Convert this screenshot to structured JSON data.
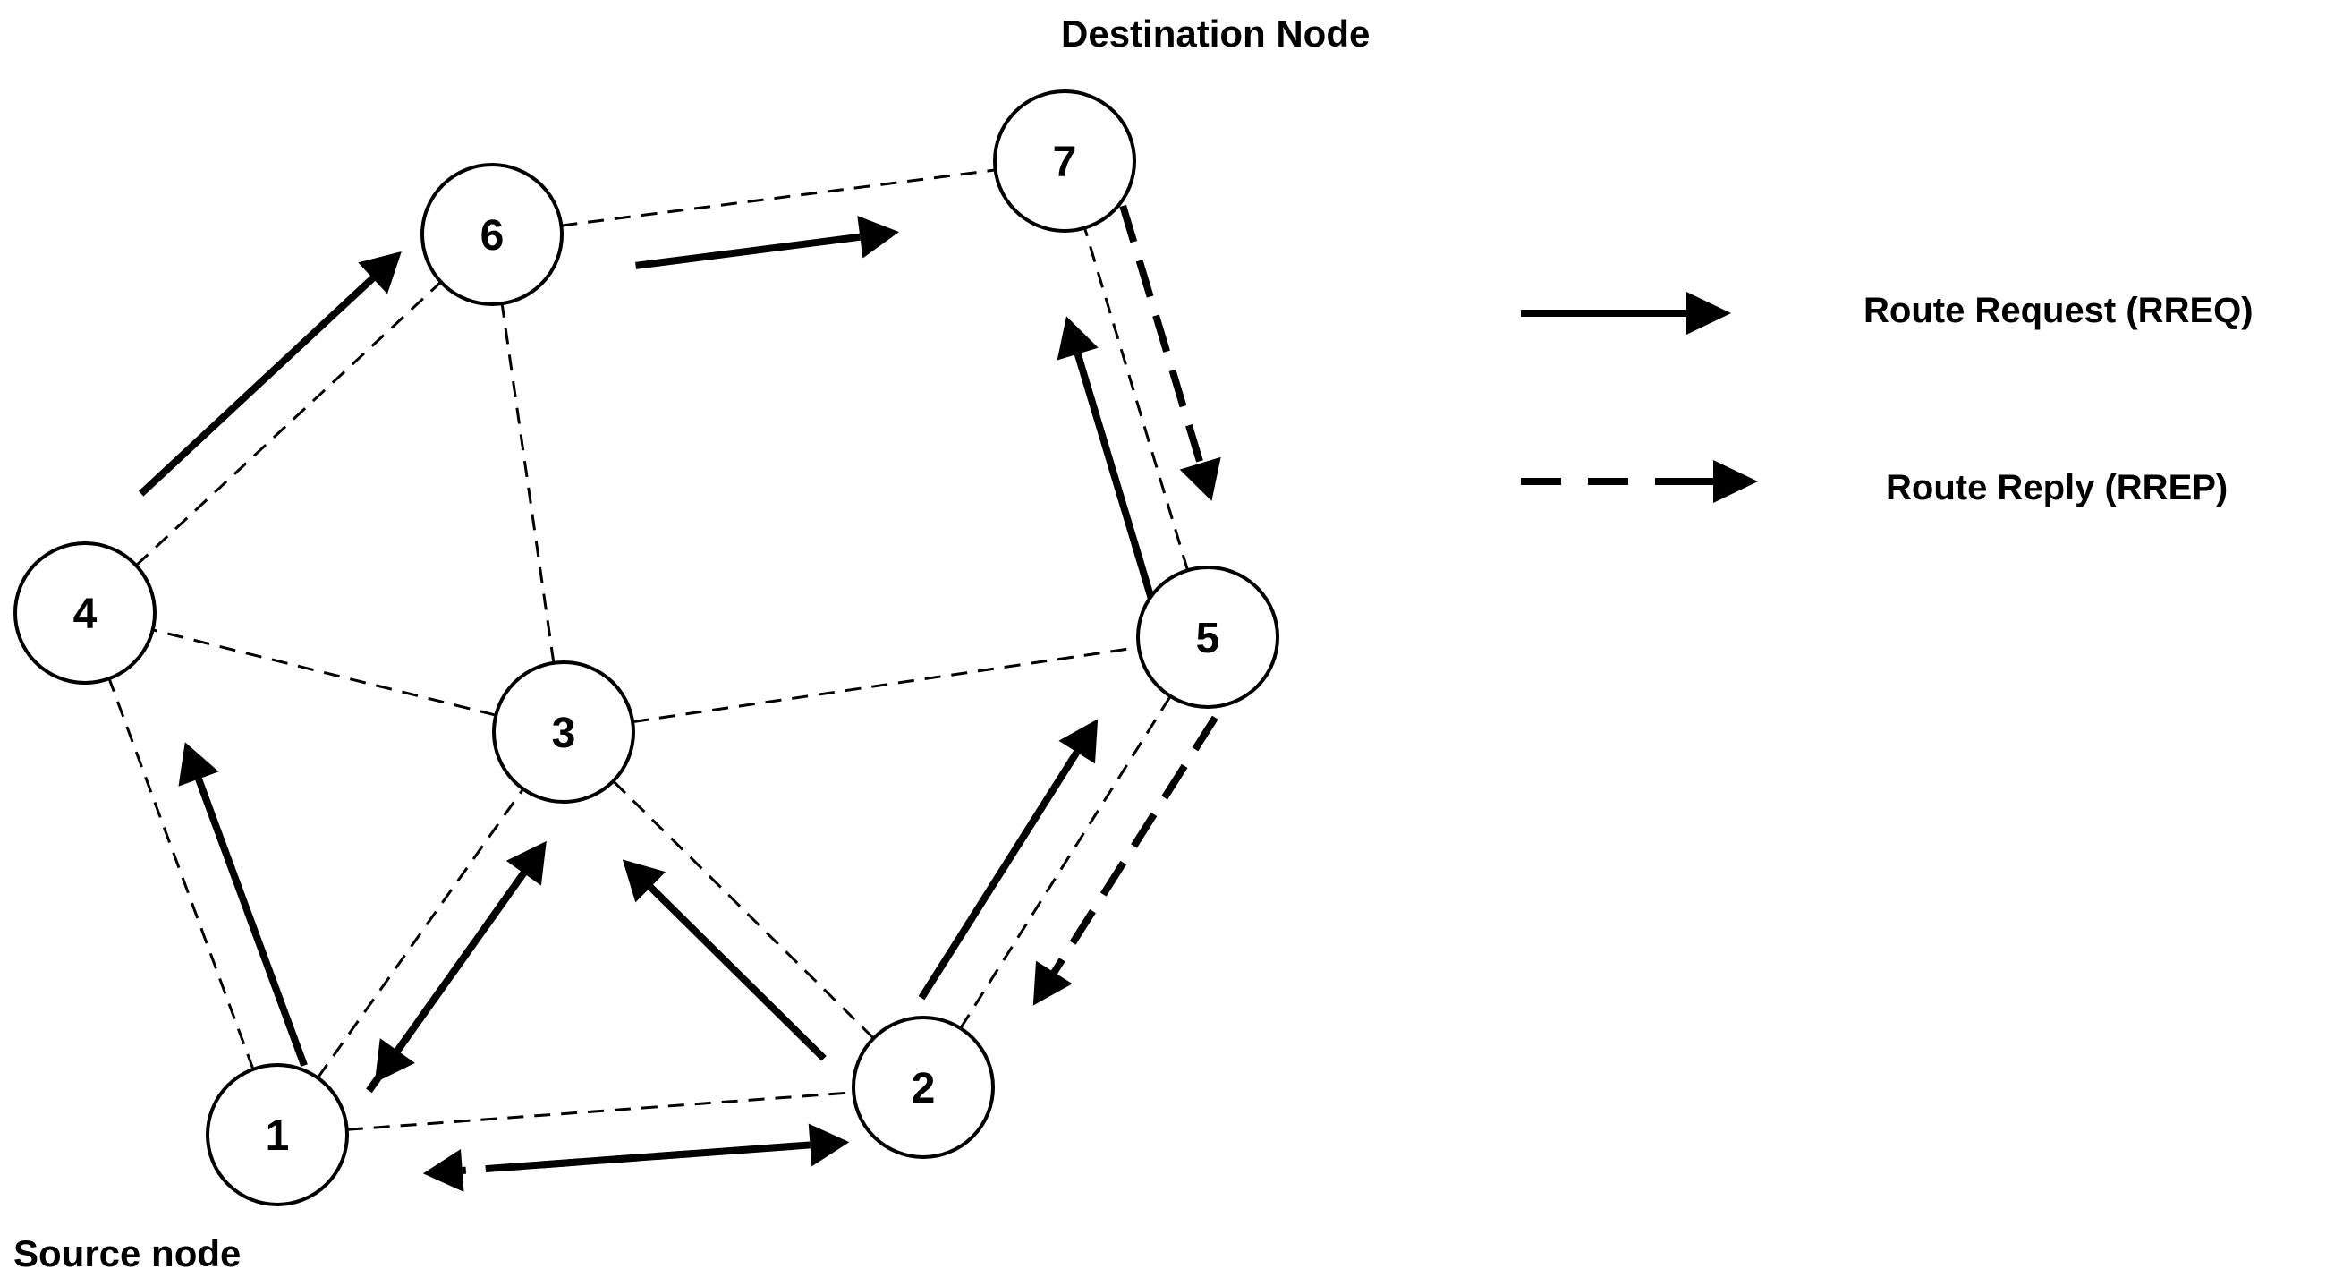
{
  "captions": {
    "source": "Source node",
    "destination": "Destination Node"
  },
  "nodes": [
    {
      "id": "1",
      "label": "1"
    },
    {
      "id": "2",
      "label": "2"
    },
    {
      "id": "3",
      "label": "3"
    },
    {
      "id": "4",
      "label": "4"
    },
    {
      "id": "5",
      "label": "5"
    },
    {
      "id": "6",
      "label": "6"
    },
    {
      "id": "7",
      "label": "7"
    }
  ],
  "edges": [
    [
      "1",
      "2"
    ],
    [
      "1",
      "3"
    ],
    [
      "1",
      "4"
    ],
    [
      "2",
      "3"
    ],
    [
      "2",
      "5"
    ],
    [
      "3",
      "4"
    ],
    [
      "3",
      "5"
    ],
    [
      "3",
      "6"
    ],
    [
      "4",
      "6"
    ],
    [
      "5",
      "7"
    ],
    [
      "6",
      "7"
    ]
  ],
  "messages": [
    {
      "type": "rreq",
      "from": "1",
      "to": "2"
    },
    {
      "type": "rreq",
      "from": "1",
      "to": "3"
    },
    {
      "type": "rreq",
      "from": "1",
      "to": "4"
    },
    {
      "type": "rreq",
      "from": "2",
      "to": "3"
    },
    {
      "type": "rreq",
      "from": "2",
      "to": "5"
    },
    {
      "type": "rreq",
      "from": "4",
      "to": "6"
    },
    {
      "type": "rreq",
      "from": "5",
      "to": "7"
    },
    {
      "type": "rreq",
      "from": "6",
      "to": "7"
    },
    {
      "type": "rrep",
      "from": "7",
      "to": "5"
    },
    {
      "type": "rrep",
      "from": "5",
      "to": "2"
    },
    {
      "type": "rrep",
      "from": "2",
      "to": "1"
    },
    {
      "type": "rrep",
      "from": "3",
      "to": "1"
    }
  ],
  "legend": {
    "rreq_label": "Route Request (RREQ)",
    "rrep_label": "Route Reply (RREP)"
  }
}
